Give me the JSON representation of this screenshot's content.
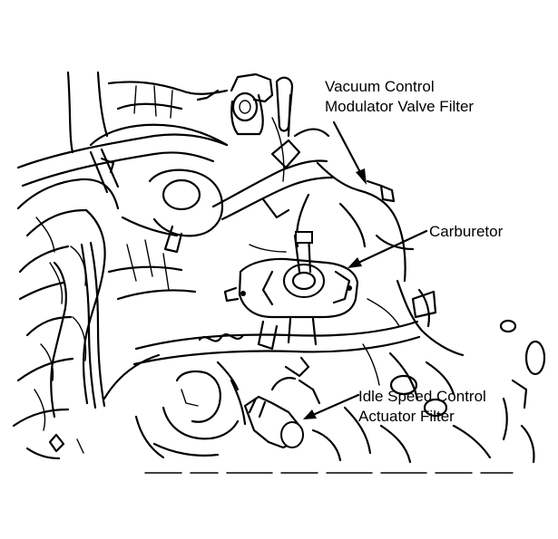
{
  "labels": {
    "vacuum_line1": "Vacuum Control",
    "vacuum_line2": "Modulator Valve Filter",
    "carburetor": "Carburetor",
    "idle_line1": "Idle Speed Control",
    "idle_line2": "Actuator Filter"
  }
}
